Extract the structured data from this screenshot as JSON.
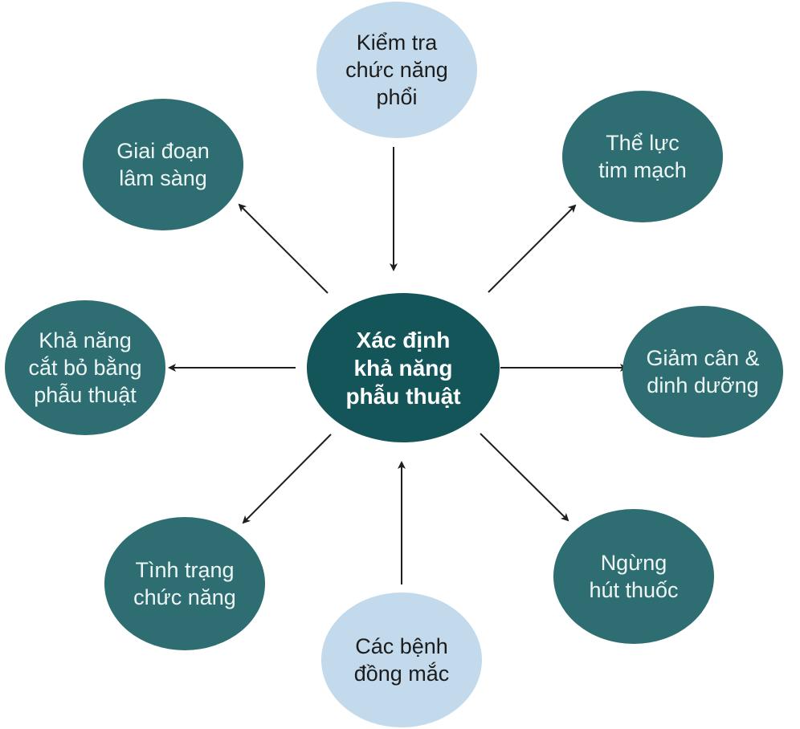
{
  "colors": {
    "background": "#ffffff",
    "center_fill": "#145559",
    "dark_node_fill": "#2e6e72",
    "light_node_fill": "#c3daec",
    "arrow": "#1e1e1e",
    "dark_text": "#eef6f5",
    "light_text": "#1c1c1c"
  },
  "center": {
    "lines": [
      "Xác định",
      "khả năng",
      "phẫu thuật"
    ]
  },
  "nodes": [
    {
      "id": "lung-function",
      "style": "light",
      "lines": [
        "Kiểm tra",
        "chức năng",
        "phổi"
      ],
      "arrow_direction": "inward"
    },
    {
      "id": "cardio-fitness",
      "style": "dark",
      "lines": [
        "Thể lực",
        "tim mạch"
      ],
      "arrow_direction": "outward"
    },
    {
      "id": "weight-nutrition",
      "style": "dark",
      "lines": [
        "Giảm cân &",
        "dinh dưỡng"
      ],
      "arrow_direction": "outward"
    },
    {
      "id": "quit-smoking",
      "style": "dark",
      "lines": [
        "Ngừng",
        "hút thuốc"
      ],
      "arrow_direction": "outward"
    },
    {
      "id": "comorbidities",
      "style": "light",
      "lines": [
        "Các bệnh",
        "đồng mắc"
      ],
      "arrow_direction": "inward"
    },
    {
      "id": "functional-status",
      "style": "dark",
      "lines": [
        "Tình trạng",
        "chức năng"
      ],
      "arrow_direction": "outward"
    },
    {
      "id": "resectability",
      "style": "dark",
      "lines": [
        "Khả năng",
        "cắt bỏ bằng",
        "phẫu thuật"
      ],
      "arrow_direction": "outward"
    },
    {
      "id": "clinical-stage",
      "style": "dark",
      "lines": [
        "Giai đoạn",
        "lâm sàng"
      ],
      "arrow_direction": "outward"
    }
  ]
}
